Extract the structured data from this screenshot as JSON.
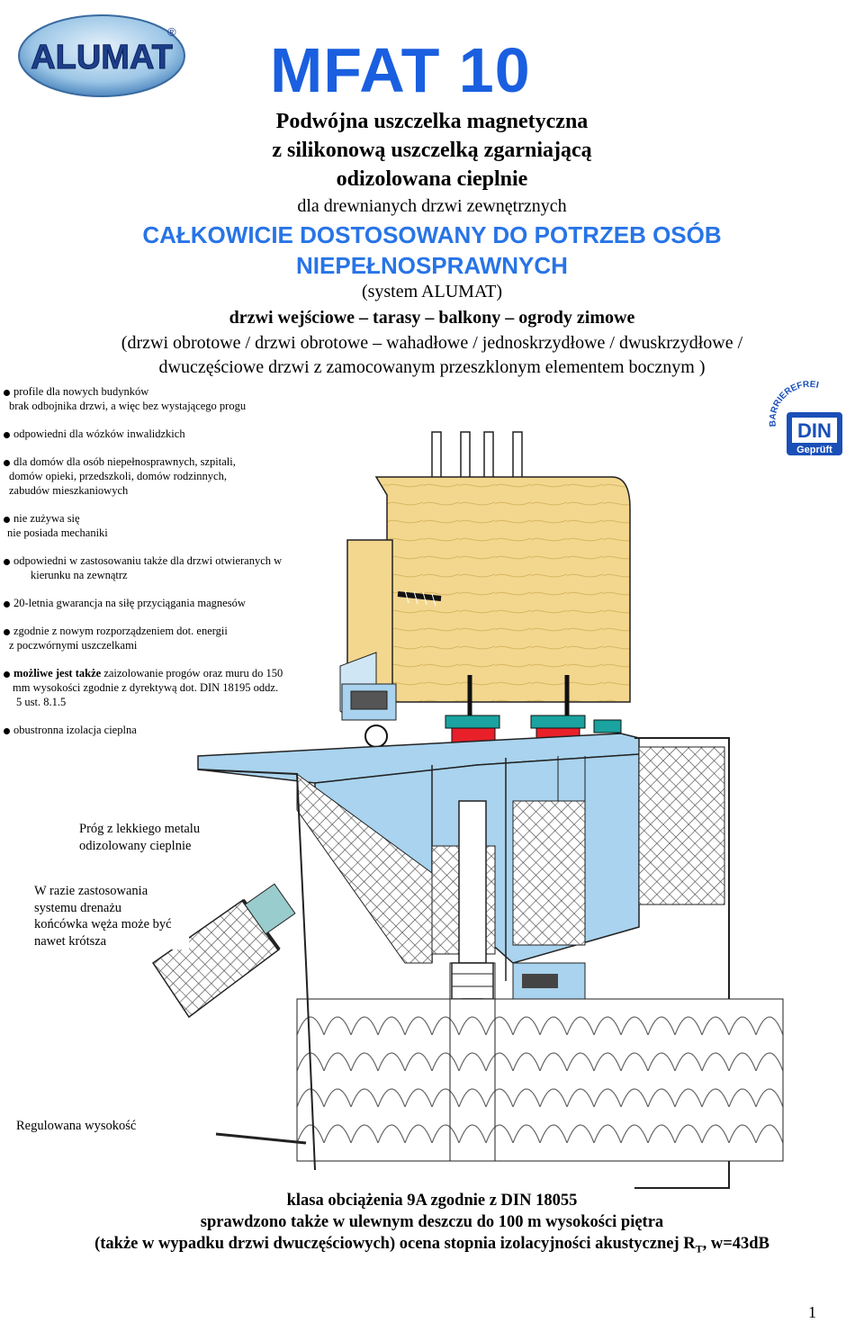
{
  "logo": {
    "text": "ALUMAT",
    "registered": "®"
  },
  "title": "MFAT 10",
  "subtitle": {
    "line1": "Podwójna uszczelka magnetyczna",
    "line2": "z silikonową uszczelką zgarniającą",
    "line3": "odizolowana cieplnie",
    "line4": "dla drewnianych drzwi zewnętrznych",
    "line5": "CAŁKOWICIE DOSTOSOWANY DO POTRZEB OSÓB",
    "line6": "NIEPEŁNOSPRAWNYCH",
    "line7": "(system ALUMAT)",
    "line8": "drzwi wejściowe – tarasy – balkony – ogrody zimowe",
    "line9": "(drzwi obrotowe / drzwi obrotowe – wahadłowe / jednoskrzydłowe / dwuskrzydłowe /",
    "line10": "dwuczęściowe drzwi z zamocowanym przeszklonym elementem bocznym )"
  },
  "bullets": {
    "b1a": "profile dla nowych  budynków",
    "b1b": "brak odbojnika drzwi, a więc bez wystającego progu",
    "b2": "odpowiedni dla wózków inwalidzkich",
    "b3a": "dla domów dla osób niepełnosprawnych, szpitali,",
    "b3b": "domów opieki, przedszkoli, domów rodzinnych,",
    "b3c": "zabudów mieszkaniowych",
    "b4a": "nie zużywa się",
    "b4b": "nie posiada mechaniki",
    "b5a": "odpowiedni w zastosowaniu także dla drzwi otwieranych w",
    "b5b": "kierunku na zewnątrz",
    "b6": "20-letnia gwarancja na siłę przyciągania magnesów",
    "b7a": "zgodnie z nowym rozporządzeniem dot. energii",
    "b7b": "z poczwórnymi uszczelkami",
    "b8bold": "możliwe jest także",
    "b8a": " zaizolowanie progów oraz muru do 150",
    "b8b": "mm  wysokości zgodnie z dyrektywą dot. DIN 18195 oddz.",
    "b8c": "5 ust. 8.1.5",
    "b9": "obustronna izolacja cieplna"
  },
  "labels": {
    "prog1": "Próg z lekkiego metalu",
    "prog2": "odizolowany cieplnie",
    "dren1": "W razie zastosowania",
    "dren2": "systemu drenażu",
    "dren3": "końcówka węża może być",
    "dren4": "nawet krótsza",
    "regul": "Regulowana wysokość"
  },
  "badge": {
    "arc": "BARRIEREFREI",
    "din": "DIN",
    "geprueft": "Geprüft"
  },
  "footer": {
    "line1": "klasa obciążenia 9A zgodnie z DIN 18055",
    "line2": "sprawdzono także w ulewnym deszczu do 100 m wysokości piętra",
    "line3": "(także w wypadku drzwi dwuczęściowych) ocena stopnia izolacyjności akustycznej R",
    "line3sub": "T",
    "line3end": ", w=43dB"
  },
  "page_number": "1",
  "colors": {
    "title_blue": "#1a5fe0",
    "heading_blue": "#2874e6",
    "profile_blue": "#a9d3ee",
    "wood": "#f3d78f",
    "seal_red": "#e8202a"
  }
}
